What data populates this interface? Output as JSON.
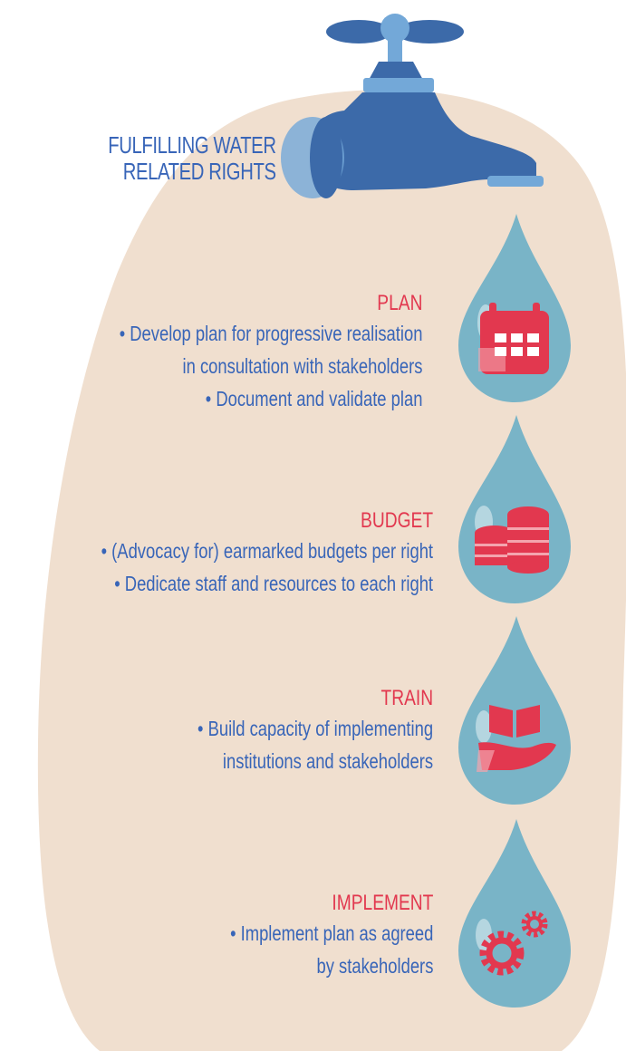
{
  "title_lines": [
    "FULFILLING WATER",
    "RELATED RIGHTS"
  ],
  "colors": {
    "background_shape": "#f0dfcf",
    "tap_dark": "#3c6aa9",
    "tap_light": "#73a8d8",
    "drop": "#79b4c7",
    "heading": "#e2384f",
    "text": "#3865b8"
  },
  "steps": [
    {
      "heading": "PLAN",
      "icon": "calendar-icon",
      "bullets": [
        "• Develop plan for progressive realisation",
        "in consultation with stakeholders",
        "• Document and validate plan"
      ]
    },
    {
      "heading": "BUDGET",
      "icon": "coins-icon",
      "bullets": [
        "• (Advocacy for) earmarked budgets per right",
        "• Dedicate staff and resources to each right"
      ]
    },
    {
      "heading": "TRAIN",
      "icon": "book-in-hand-icon",
      "bullets": [
        "• Build capacity of implementing",
        "institutions and stakeholders"
      ]
    },
    {
      "heading": "IMPLEMENT",
      "icon": "gears-icon",
      "bullets": [
        "• Implement plan as agreed",
        "by stakeholders"
      ]
    }
  ]
}
